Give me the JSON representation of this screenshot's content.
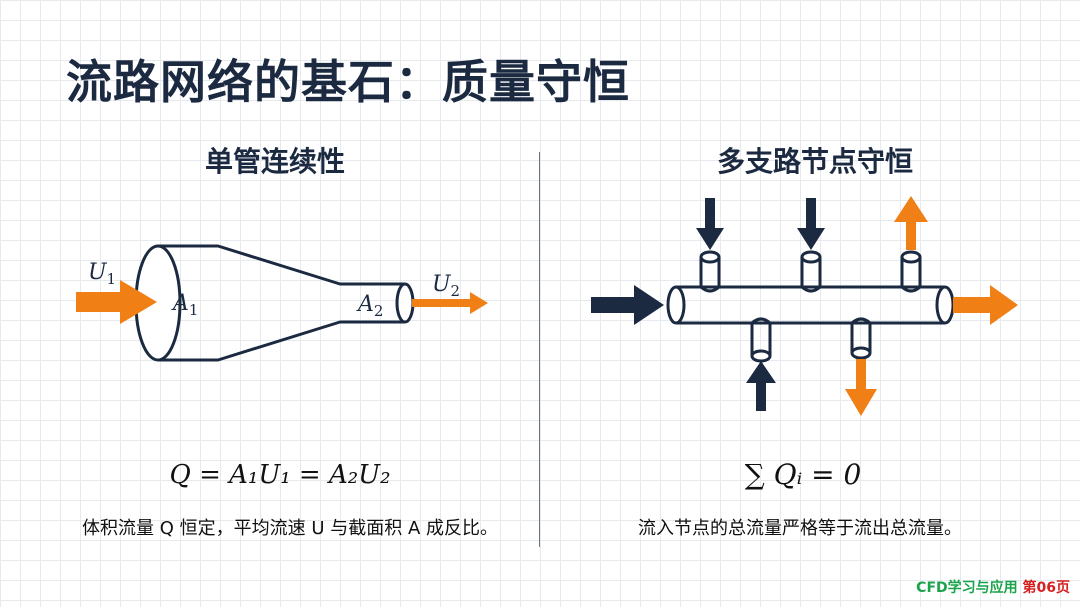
{
  "title": "流路网络的基石：质量守恒",
  "left_panel": {
    "heading": "单管连续性",
    "label_u1": "U",
    "label_u1_sub": "1",
    "label_u2": "U",
    "label_u2_sub": "2",
    "label_a1": "A",
    "label_a1_sub": "1",
    "label_a2": "A",
    "label_a2_sub": "2",
    "equation": "Q = A₁U₁ = A₂U₂",
    "caption": "体积流量 Q 恒定，平均流速 U 与截面积 A 成反比。"
  },
  "right_panel": {
    "heading": "多支路节点守恒",
    "equation": "∑ Qᵢ = 0",
    "caption": "流入节点的总流量严格等于流出总流量。"
  },
  "colors": {
    "navy": "#1b2a41",
    "orange": "#f07f16",
    "grid": "#e6e9ee"
  },
  "footer": {
    "brand": "CFD学习与应用",
    "page": "第06页"
  }
}
